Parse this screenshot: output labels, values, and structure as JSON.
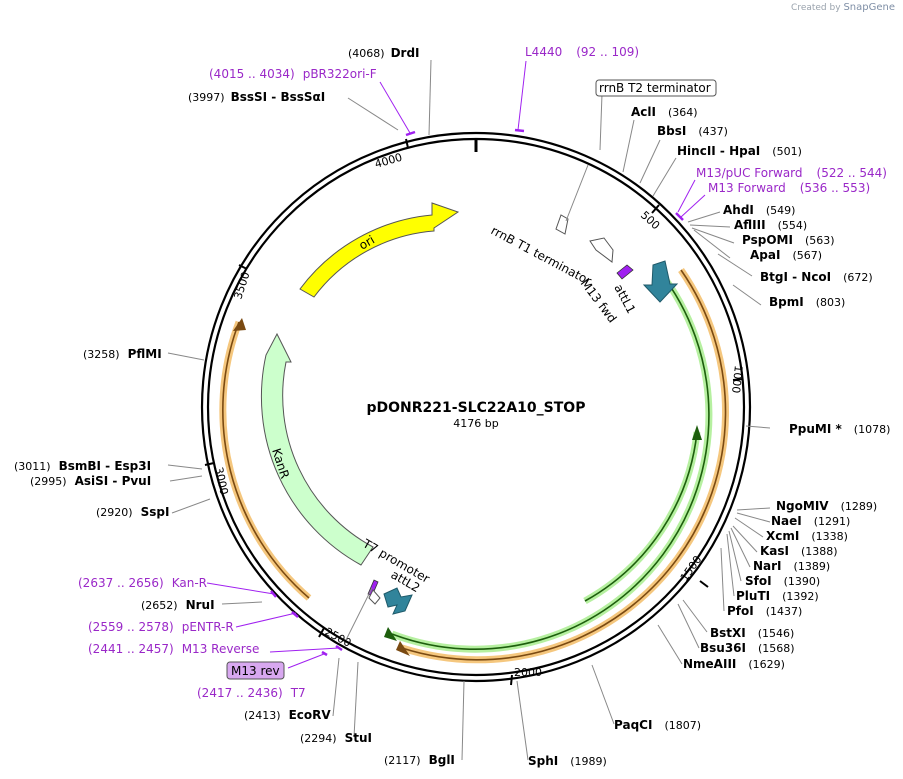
{
  "credit": {
    "prefix": "Created by",
    "brand": "SnapGene"
  },
  "plasmid": {
    "name": "pDONR221-SLC22A10_STOP",
    "length": "4176 bp"
  },
  "ticks": [
    "500",
    "1000",
    "1500",
    "2000",
    "2500",
    "3000",
    "3500",
    "4000"
  ],
  "features": {
    "ori": "ori",
    "kanr": "KanR",
    "rrnB_T1": "rrnB T1 terminator",
    "rrnB_T2": "rrnB T2 terminator",
    "attL1": "attL1",
    "attL2": "attL2",
    "m13_fwd": "M13 fwd",
    "t7_promoter": "T7 promoter",
    "m13_rev": "M13 rev"
  },
  "sites": [
    {
      "name": "DrdI",
      "pos": "(4068)"
    },
    {
      "name": "BssSI  -  BssSαI",
      "pos": "(3997)"
    },
    {
      "name": "AclI",
      "pos": "(364)"
    },
    {
      "name": "BbsI",
      "pos": "(437)"
    },
    {
      "name": "HincII  -  HpaI",
      "pos": "(501)"
    },
    {
      "name": "AhdI",
      "pos": "(549)"
    },
    {
      "name": "AflIII",
      "pos": "(554)"
    },
    {
      "name": "PspOMI",
      "pos": "(563)"
    },
    {
      "name": "ApaI",
      "pos": "(567)"
    },
    {
      "name": "BtgI  -  NcoI",
      "pos": "(672)"
    },
    {
      "name": "BpmI",
      "pos": "(803)"
    },
    {
      "name": "PpuMI *",
      "pos": "(1078)"
    },
    {
      "name": "NgoMIV",
      "pos": "(1289)"
    },
    {
      "name": "NaeI",
      "pos": "(1291)"
    },
    {
      "name": "XcmI",
      "pos": "(1338)"
    },
    {
      "name": "KasI",
      "pos": "(1388)"
    },
    {
      "name": "NarI",
      "pos": "(1389)"
    },
    {
      "name": "SfoI",
      "pos": "(1390)"
    },
    {
      "name": "PluTI",
      "pos": "(1392)"
    },
    {
      "name": "PfoI",
      "pos": "(1437)"
    },
    {
      "name": "BstXI",
      "pos": "(1546)"
    },
    {
      "name": "Bsu36I",
      "pos": "(1568)"
    },
    {
      "name": "NmeAIII",
      "pos": "(1629)"
    },
    {
      "name": "PaqCI",
      "pos": "(1807)"
    },
    {
      "name": "SphI",
      "pos": "(1989)"
    },
    {
      "name": "BglI",
      "pos": "(2117)"
    },
    {
      "name": "StuI",
      "pos": "(2294)"
    },
    {
      "name": "EcoRV",
      "pos": "(2413)"
    },
    {
      "name": "NruI",
      "pos": "(2652)"
    },
    {
      "name": "SspI",
      "pos": "(2920)"
    },
    {
      "name": "AsiSI  -  PvuI",
      "pos": "(2995)"
    },
    {
      "name": "BsmBI  -  Esp3I",
      "pos": "(3011)"
    },
    {
      "name": "PflMI",
      "pos": "(3258)"
    }
  ],
  "primers": [
    {
      "name": "L4440",
      "pos": "(92 .. 109)"
    },
    {
      "name": "pBR322ori-F",
      "pos": "(4015 .. 4034)"
    },
    {
      "name": "M13/pUC Forward",
      "pos": "(522 .. 544)"
    },
    {
      "name": "M13 Forward",
      "pos": "(536 .. 553)"
    },
    {
      "name": "Kan-R",
      "pos": "(2637 .. 2656)"
    },
    {
      "name": "pENTR-R",
      "pos": "(2559 .. 2578)"
    },
    {
      "name": "M13 Reverse",
      "pos": "(2441 .. 2457)"
    },
    {
      "name": "T7",
      "pos": "(2417 .. 2436)"
    }
  ],
  "colors": {
    "ori": "#ffff00",
    "kanr": "#ccffcc",
    "att": "#31849b",
    "primer": "#9a28c8",
    "orange": "#f5c77e",
    "green": "#b6f0a0"
  }
}
